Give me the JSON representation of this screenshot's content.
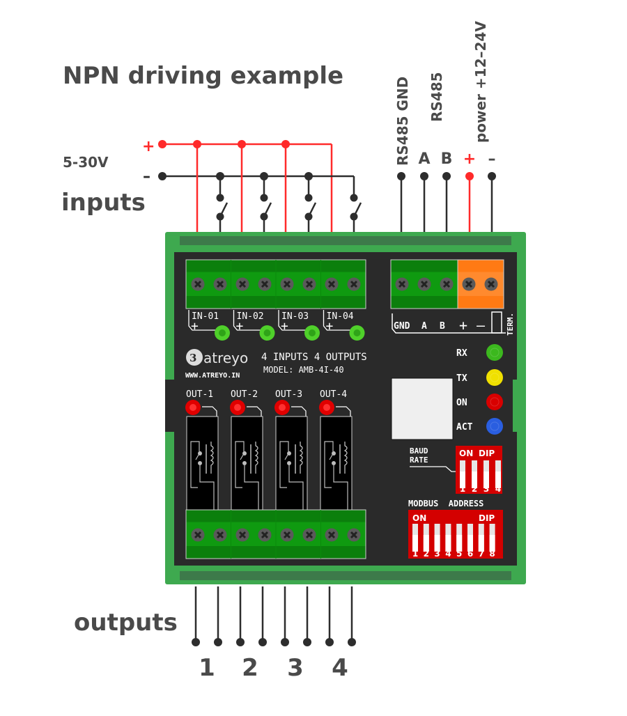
{
  "title": "NPN driving example",
  "supply": {
    "voltage_label": "5-30V",
    "plus_label": "+",
    "minus_label": "–"
  },
  "labels": {
    "inputs": "inputs",
    "outputs": "outputs"
  },
  "top_right": {
    "rs485_gnd": "RS485 GND",
    "rs485": "RS485",
    "power": "power +12–24V",
    "pins": [
      "",
      "A",
      "B",
      "+",
      "–"
    ]
  },
  "device": {
    "brand": "atreyo",
    "website": "WWW.ATREYO.IN",
    "product": "4 INPUTS 4 OUTPUTS",
    "model": "MODEL: AMB-4I-40",
    "inputs": [
      "IN-01",
      "IN-02",
      "IN-03",
      "IN-04"
    ],
    "input_polarity": "+",
    "outputs": [
      "OUT-1",
      "OUT-2",
      "OUT-3",
      "OUT-4"
    ],
    "rs485_terminals": [
      "GND",
      "A",
      "B"
    ],
    "power_terminals": [
      "+",
      "–"
    ],
    "term_label": "TERM.",
    "leds": [
      {
        "label": "RX",
        "color": "#3cb81e"
      },
      {
        "label": "TX",
        "color": "#f0e000"
      },
      {
        "label": "ON",
        "color": "#d80000"
      },
      {
        "label": "ACT",
        "color": "#2a5ee0"
      }
    ],
    "baud": {
      "label_1": "BAUD",
      "label_2": "RATE",
      "on": "ON",
      "dip": "DIP",
      "switches": [
        "1",
        "2",
        "3",
        "4"
      ]
    },
    "modbus": {
      "label": "MODBUS  ADDRESS",
      "on": "ON",
      "dip": "DIP",
      "switches": [
        "1",
        "2",
        "3",
        "4",
        "5",
        "6",
        "7",
        "8"
      ]
    }
  },
  "output_numbers": [
    "1",
    "2",
    "3",
    "4"
  ],
  "colors": {
    "wire_red": "#ff2a2a",
    "wire_dark": "#2d2d2d",
    "enclosure_green": "#3ea94f",
    "terminal_green": "#0f9a10",
    "terminal_orange": "#ff8a2e",
    "pcb_dark": "#2a2a2a",
    "dip_red": "#d40000"
  }
}
